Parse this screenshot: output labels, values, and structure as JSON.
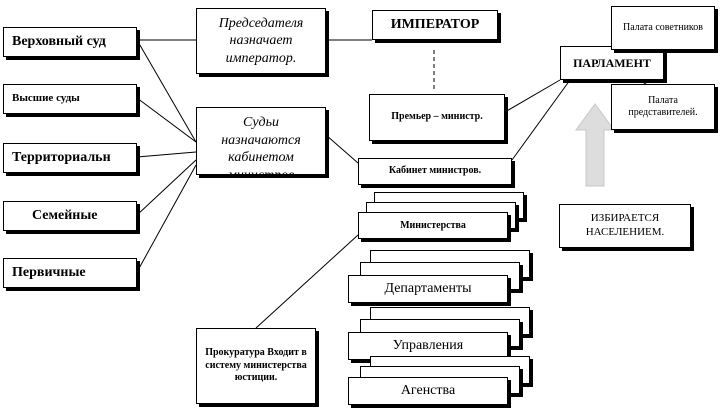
{
  "courts": {
    "supreme": "Верховный суд",
    "higher": "Высшие суды",
    "territorial": "Территориальн",
    "family": "Семейные",
    "primary": "Первичные"
  },
  "chairman_note": "Председателя назначает император.",
  "judges_note": "Судьи назначаются кабинетом министров",
  "emperor": "ИМПЕРАТОР",
  "premier": "Премьер – министр.",
  "cabinet": "Кабинет министров.",
  "parliament": "ПАРЛАМЕНТ",
  "council_chamber": "Палата советников",
  "representatives_chamber": "Палата представителей.",
  "elected_note": "ИЗБИРАЕТСЯ НАСЕЛЕНИЕМ.",
  "ministries": "Министерства",
  "departments": "Департаменты",
  "directorates": "Управления",
  "agencies": "Агенства",
  "prosecution": "Прокуратура Входит в систему министерства юстиции.",
  "colors": {
    "line": "#000000",
    "arrow": "#dddddd",
    "background": "#ffffff"
  }
}
